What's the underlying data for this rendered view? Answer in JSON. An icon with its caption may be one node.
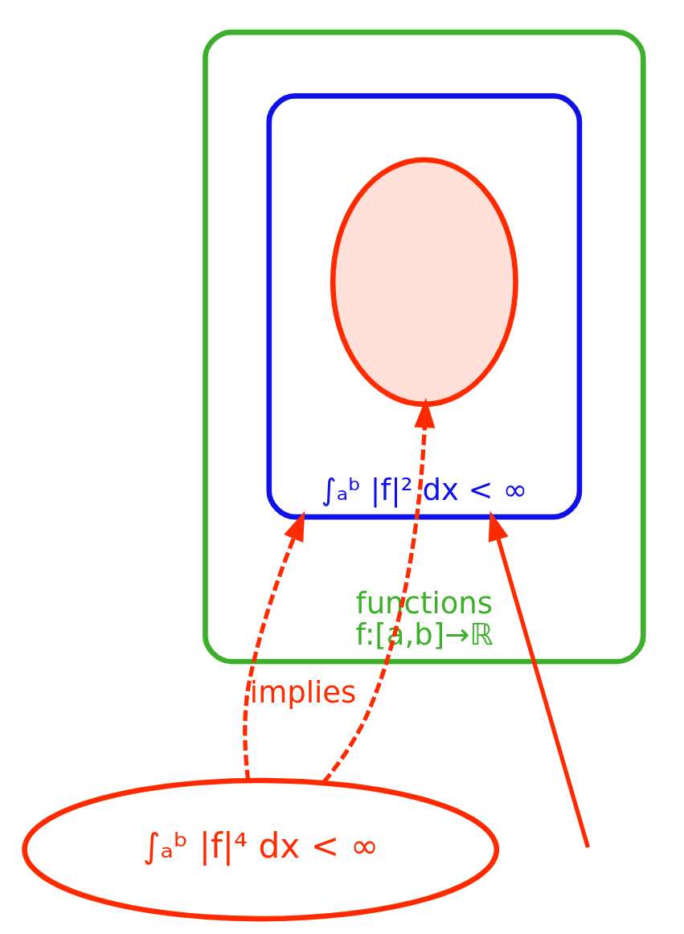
{
  "diagram": {
    "nodes": [
      {
        "text": [
          "functions",
          "f:[a,b]→ℝ"
        ]
      },
      {
        "text": [
          "∫ₐᵇ |f|² dx < ∞"
        ],
        "in": 0
      },
      {
        "text": [],
        "shape": "circle",
        "in": 1
      },
      {
        "text": [
          "∫ₐᵇ |f|⁴ dx < ∞"
        ]
      }
    ],
    "edges": [
      {
        "from": 3,
        "to": 1,
        "arrow": "to",
        "style": "dashed",
        "label": "implies"
      },
      {
        "from": 3,
        "to": 2,
        "arrow": "to",
        "style": "dashed"
      },
      {
        "from": null,
        "to": 1,
        "arrow": "to"
      }
    ]
  }
}
